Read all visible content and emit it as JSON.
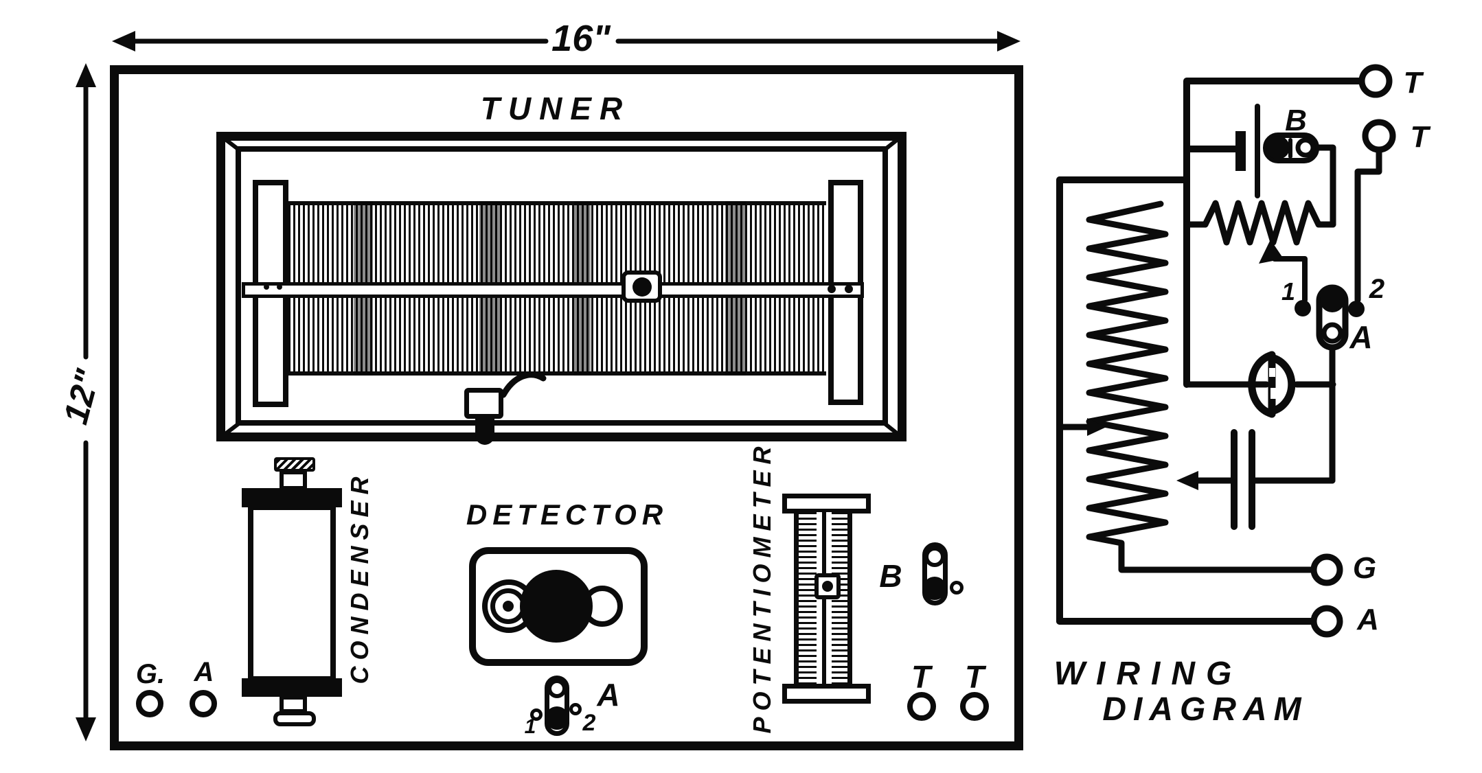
{
  "panel": {
    "width_dim": "16\"",
    "height_dim": "12\"",
    "tuner_label": "TUNER",
    "condenser_label": "CONDENSER",
    "detector_label": "DETECTOR",
    "potentiometer_label": "POTENTIOMETER",
    "switch_b_label": "B",
    "switch_a": {
      "label": "A",
      "pos_1": "1",
      "pos_2": "2"
    },
    "terminal_ground": "G.",
    "terminal_antenna": "A",
    "terminal_phone_1": "T",
    "terminal_phone_2": "T"
  },
  "wiring_diagram": {
    "title_line_1": "WIRING",
    "title_line_2": "DIAGRAM",
    "battery_label": "B",
    "switch": {
      "pos_1": "1",
      "pos_2": "2",
      "label": "A"
    },
    "terminal_t1": "T",
    "terminal_t2": "T",
    "terminal_ground": "G",
    "terminal_antenna": "A"
  },
  "colors": {
    "ink": "#0b0b0b",
    "paper": "#ffffff"
  }
}
